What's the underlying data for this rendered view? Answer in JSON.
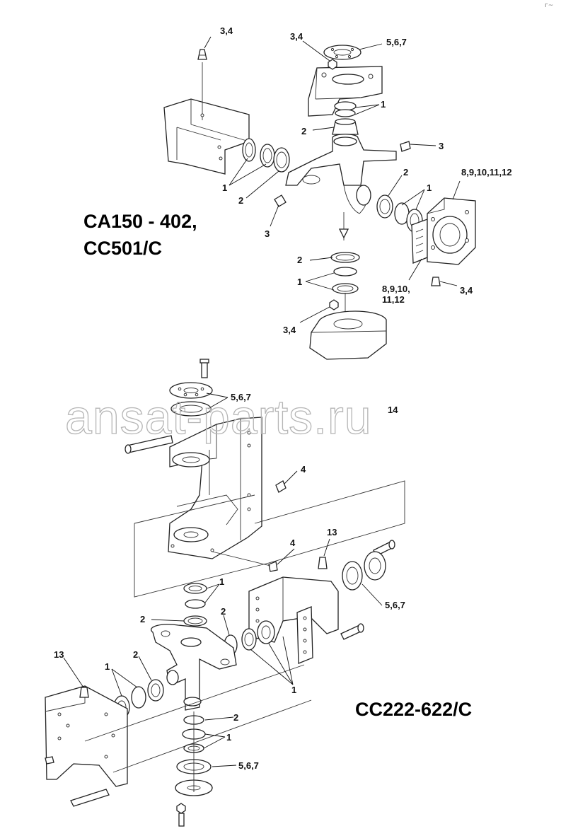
{
  "corner_mark": "г~",
  "watermark": "ansat-parts.ru",
  "top_assembly": {
    "model_line1": "CA150 - 402,",
    "model_line2": "CC501/C",
    "labels": {
      "a": "3,4",
      "b": "3,4",
      "c": "5,6,7",
      "d": "1",
      "e": "2",
      "f": "3",
      "g": "1",
      "h": "2",
      "i": "2",
      "j": "1",
      "k": "8,9,10,11,12",
      "l": "3",
      "m": "2",
      "n": "1",
      "o": "8,9,10,",
      "p": "11,12",
      "q": "3,4",
      "r": "3,4"
    }
  },
  "bottom_assembly": {
    "model": "CC222-622/C",
    "labels": {
      "a": "5,6,7",
      "b": "14",
      "c": "4",
      "d": "4",
      "e": "13",
      "f": "1",
      "g": "2",
      "h": "2",
      "i": "5,6,7",
      "j": "1",
      "k": "13",
      "l": "1",
      "m": "2",
      "n": "2",
      "o": "1",
      "p": "5,6,7"
    }
  }
}
